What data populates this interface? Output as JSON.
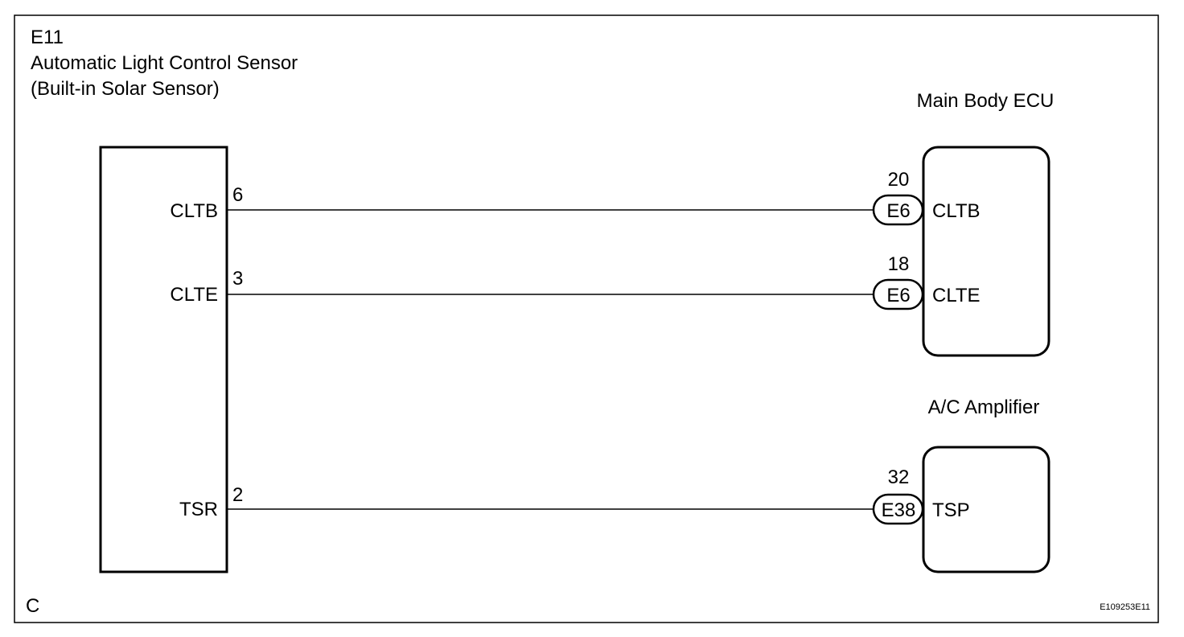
{
  "sensor": {
    "code": "E11",
    "name": "Automatic Light Control Sensor",
    "subtitle": "(Built-in Solar Sensor)",
    "pins": [
      {
        "label": "CLTB",
        "num": "6"
      },
      {
        "label": "CLTE",
        "num": "3"
      },
      {
        "label": "TSR",
        "num": "2"
      }
    ]
  },
  "ecu": {
    "title": "Main Body ECU",
    "pins": [
      {
        "num": "20",
        "connector": "E6",
        "label": "CLTB"
      },
      {
        "num": "18",
        "connector": "E6",
        "label": "CLTE"
      }
    ]
  },
  "amp": {
    "title": "A/C Amplifier",
    "pins": [
      {
        "num": "32",
        "connector": "E38",
        "label": "TSP"
      }
    ]
  },
  "corner_letter": "C",
  "figure_code": "E109253E11"
}
